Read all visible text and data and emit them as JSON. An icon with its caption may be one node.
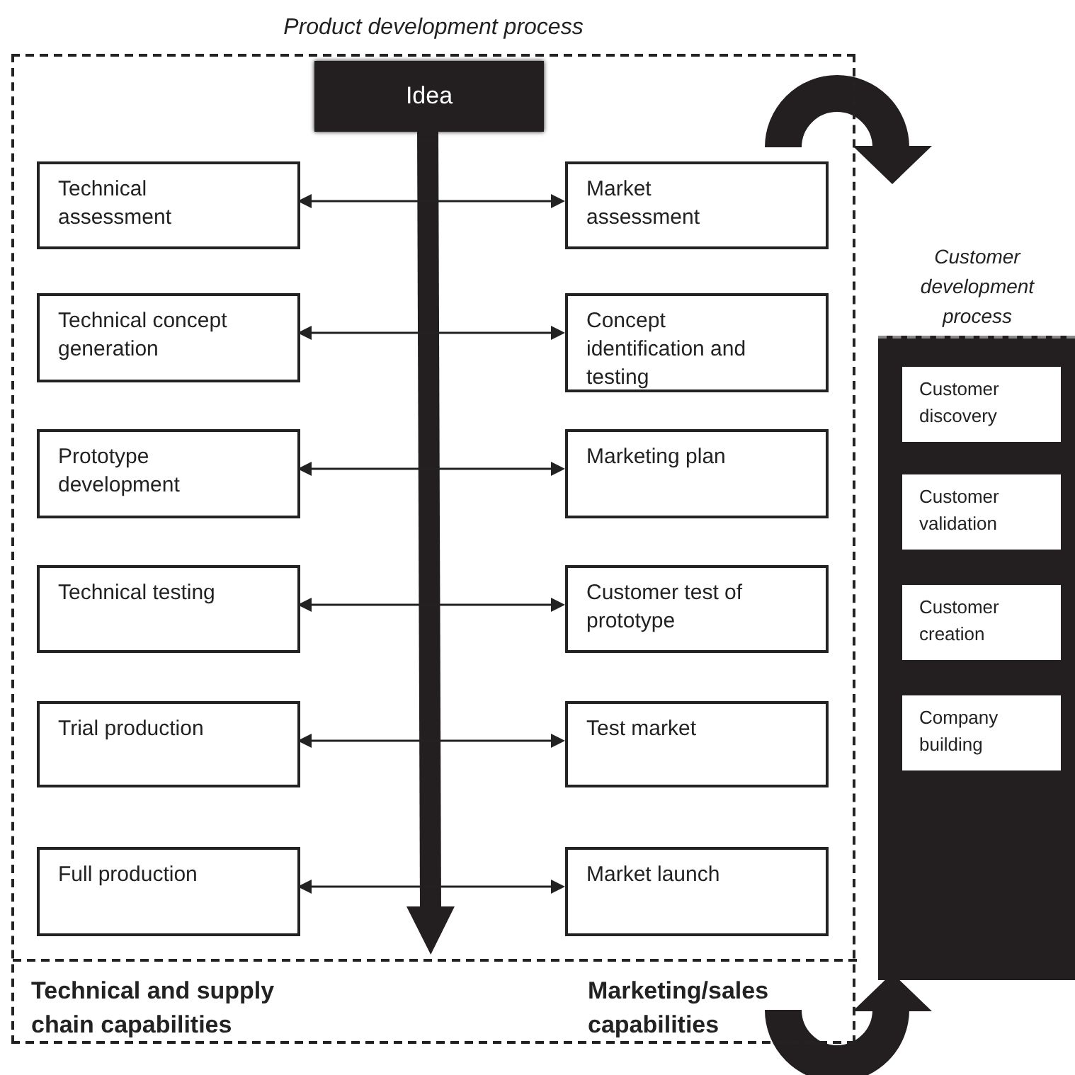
{
  "diagram": {
    "nodes": [
      {
        "text": [
          "Product development process"
        ]
      },
      {
        "text": [
          "Idea"
        ],
        "in": 0
      },
      {
        "text": [
          "Technical assessment"
        ],
        "in": 0
      },
      {
        "text": [
          "Market assessment"
        ],
        "in": 0
      },
      {
        "text": [
          "Technical concept generation"
        ],
        "in": 0
      },
      {
        "text": [
          "Concept identification and testing"
        ],
        "in": 0
      },
      {
        "text": [
          "Prototype development"
        ],
        "in": 0
      },
      {
        "text": [
          "Marketing plan"
        ],
        "in": 0
      },
      {
        "text": [
          "Technical testing"
        ],
        "in": 0
      },
      {
        "text": [
          "Customer test of prototype"
        ],
        "in": 0
      },
      {
        "text": [
          "Trial production"
        ],
        "in": 0
      },
      {
        "text": [
          "Test market"
        ],
        "in": 0
      },
      {
        "text": [
          "Full production"
        ],
        "in": 0
      },
      {
        "text": [
          "Market launch"
        ],
        "in": 0
      },
      {
        "text": [
          "Technical and supply chain capabilities",
          "Marketing/sales capabilities"
        ],
        "in": 0
      },
      {
        "text": [
          "Customer development process"
        ]
      },
      {
        "text": [
          "Customer discovery"
        ],
        "in": 15
      },
      {
        "text": [
          "Customer validation"
        ],
        "in": 15
      },
      {
        "text": [
          "Customer creation"
        ],
        "in": 15
      },
      {
        "text": [
          "Company building"
        ],
        "in": 15
      }
    ],
    "edges": [
      {
        "from": 1,
        "to": 14,
        "arrow": "to",
        "style": "thick"
      },
      {
        "from": 2,
        "to": 3,
        "arrow": "both"
      },
      {
        "from": 4,
        "to": 5,
        "arrow": "both"
      },
      {
        "from": 6,
        "to": 7,
        "arrow": "both"
      },
      {
        "from": 8,
        "to": 9,
        "arrow": "both"
      },
      {
        "from": 10,
        "to": 11,
        "arrow": "both"
      },
      {
        "from": 12,
        "to": 13,
        "arrow": "both"
      }
    ]
  }
}
